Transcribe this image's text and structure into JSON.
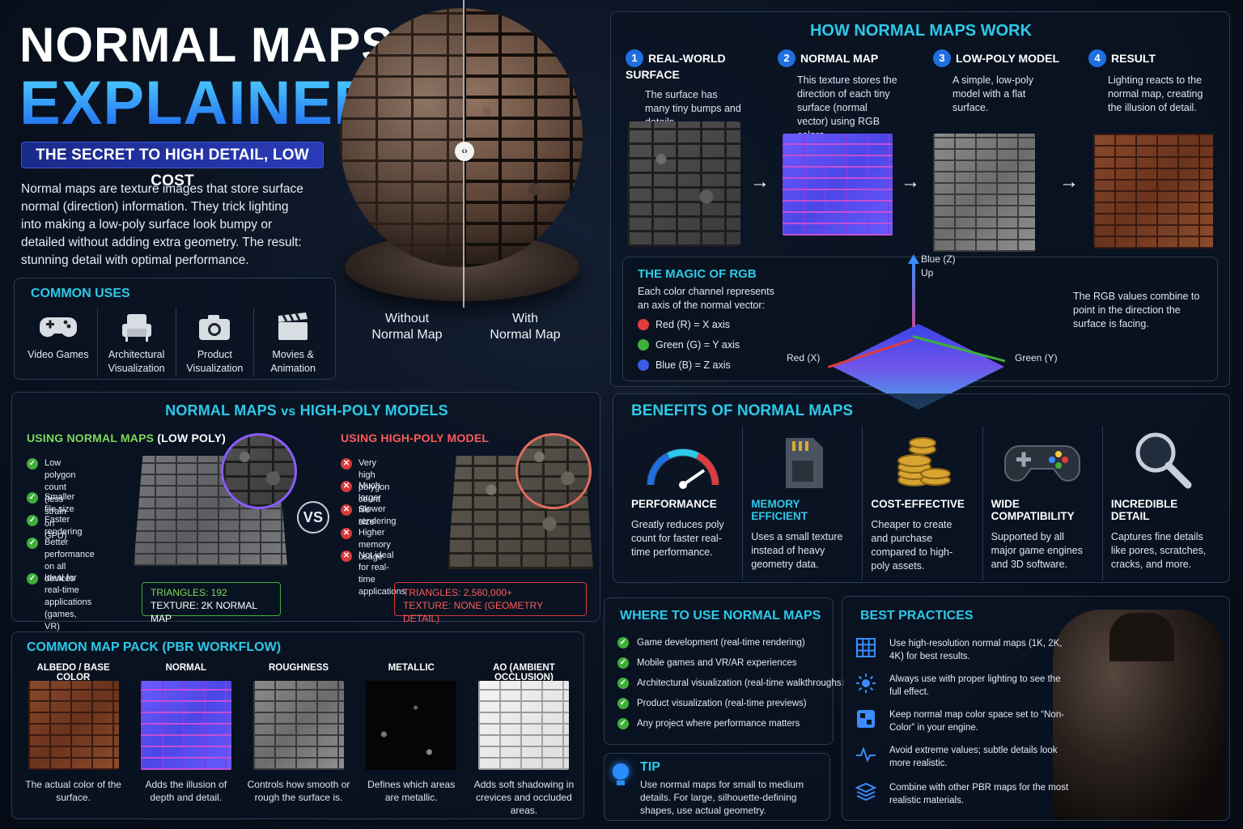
{
  "title": {
    "line1": "NORMAL MAPS",
    "line2": "EXPLAINED",
    "subtitle": "THE SECRET TO HIGH DETAIL, LOW COST"
  },
  "intro": "Normal maps are texture images that store surface normal (direction) information. They trick lighting into making a low-poly surface look bumpy or detailed without adding extra geometry. The result: stunning detail with optimal performance.",
  "sphere": {
    "left_label": "Without\nNormal Map",
    "right_label": "With\nNormal Map"
  },
  "common_uses": {
    "heading": "COMMON USES",
    "items": [
      {
        "label": "Video Games",
        "icon": "gamepad-icon"
      },
      {
        "label": "Architectural Visualization",
        "icon": "armchair-icon"
      },
      {
        "label": "Product Visualization",
        "icon": "camera-icon"
      },
      {
        "label": "Movies & Animation",
        "icon": "clapperboard-icon"
      }
    ]
  },
  "how": {
    "heading": "HOW NORMAL MAPS WORK",
    "steps": [
      {
        "num": "1",
        "title": "REAL-WORLD SURFACE",
        "desc": "The surface has many tiny bumps and details."
      },
      {
        "num": "2",
        "title": "NORMAL MAP",
        "desc": "This texture stores the direction of each tiny surface (normal vector) using RGB colors."
      },
      {
        "num": "3",
        "title": "LOW-POLY MODEL",
        "desc": "A simple, low-poly model with a flat surface."
      },
      {
        "num": "4",
        "title": "RESULT",
        "desc": "Lighting reacts to the normal map, creating the illusion of detail."
      }
    ]
  },
  "rgb": {
    "heading": "THE MAGIC OF RGB",
    "desc": "Each color channel represents an axis of the normal vector:",
    "channels": [
      {
        "label": "Red (R) = X axis",
        "color": "#e03c3c"
      },
      {
        "label": "Green (G) = Y axis",
        "color": "#3fae3a"
      },
      {
        "label": "Blue (B) = Z axis",
        "color": "#3a5ce8"
      }
    ],
    "axis_blue": "Blue (Z)\nUp",
    "axis_red": "Red (X)",
    "axis_green": "Green (Y)",
    "note": "The RGB values combine to point in the direction the surface is facing."
  },
  "vs": {
    "heading_a": "NORMAL MAPS",
    "heading_vs": "vs",
    "heading_b": "HIGH-POLY MODELS",
    "left_title_a": "USING",
    "left_title_b": "NORMAL MAPS",
    "left_title_c": "(LOW POLY)",
    "left_items": [
      "Low polygon count\n(less strain on GPU)",
      "Smaller file size",
      "Faster rendering",
      "Better performance\non all devices",
      "Ideal for real-time\napplications (games, VR)"
    ],
    "left_stats": [
      "TRIANGLES: 192",
      "TEXTURE: 2K NORMAL MAP"
    ],
    "vs_badge": "VS",
    "right_title": "USING HIGH-POLY MODEL",
    "right_items": [
      "Very high polygon count",
      "Much larger file size",
      "Slower rendering",
      "Higher memory usage",
      "Not ideal for real-time\napplications"
    ],
    "right_stats": [
      "TRIANGLES: 2,560,000+",
      "TEXTURE: NONE (GEOMETRY DETAIL)"
    ]
  },
  "benefits": {
    "heading": "BENEFITS OF NORMAL MAPS",
    "items": [
      {
        "title": "PERFORMANCE",
        "desc": "Greatly reduces poly count for faster real-time performance.",
        "icon": "speedometer-icon",
        "color": "#ffffff"
      },
      {
        "title": "MEMORY EFFICIENT",
        "desc": "Uses a small texture instead of heavy geometry data.",
        "icon": "memory-card-icon",
        "color": "#2ec9e8"
      },
      {
        "title": "COST-EFFECTIVE",
        "desc": "Cheaper to create and purchase compared to high-poly assets.",
        "icon": "coins-icon",
        "color": "#ffffff"
      },
      {
        "title": "WIDE COMPATIBILITY",
        "desc": "Supported by all major game engines and 3D software.",
        "icon": "gamepad-icon",
        "color": "#ffffff"
      },
      {
        "title": "INCREDIBLE DETAIL",
        "desc": "Captures fine details like pores, scratches, cracks, and more.",
        "icon": "magnifier-icon",
        "color": "#ffffff"
      }
    ]
  },
  "pack": {
    "heading": "COMMON MAP PACK (PBR WORKFLOW)",
    "items": [
      {
        "title": "ALBEDO / BASE COLOR",
        "desc": "The actual color of the surface."
      },
      {
        "title": "NORMAL",
        "desc": "Adds the illusion of depth and detail."
      },
      {
        "title": "ROUGHNESS",
        "desc": "Controls how smooth or rough the surface is."
      },
      {
        "title": "METALLIC",
        "desc": "Defines which areas are metallic."
      },
      {
        "title": "AO (AMBIENT OCCLUSION)",
        "desc": "Adds soft shadowing in crevices and occluded areas."
      }
    ]
  },
  "where": {
    "heading": "WHERE TO USE NORMAL MAPS",
    "items": [
      "Game development (real-time rendering)",
      "Mobile games and VR/AR experiences",
      "Architectural visualization (real-time walkthroughs)",
      "Product visualization (real-time previews)",
      "Any project where performance matters"
    ]
  },
  "tip": {
    "heading": "TIP",
    "text": "Use normal maps for small to medium details. For large, silhouette-defining shapes, use actual geometry."
  },
  "best": {
    "heading": "BEST PRACTICES",
    "items": [
      {
        "text": "Use high-resolution normal maps (1K, 2K, 4K) for best results.",
        "icon": "grid-icon"
      },
      {
        "text": "Always use with proper lighting to see the full effect.",
        "icon": "sun-icon"
      },
      {
        "text": "Keep normal map color space set to “Non-Color” in your engine.",
        "icon": "checker-icon"
      },
      {
        "text": "Avoid extreme values; subtle details look more realistic.",
        "icon": "pulse-icon"
      },
      {
        "text": "Combine with other PBR maps for the most realistic materials.",
        "icon": "layers-icon"
      }
    ]
  },
  "colors": {
    "accent": "#2ec9e8",
    "blue": "#1f6fe0",
    "green": "#7ed957",
    "red": "#ff4d4d"
  }
}
